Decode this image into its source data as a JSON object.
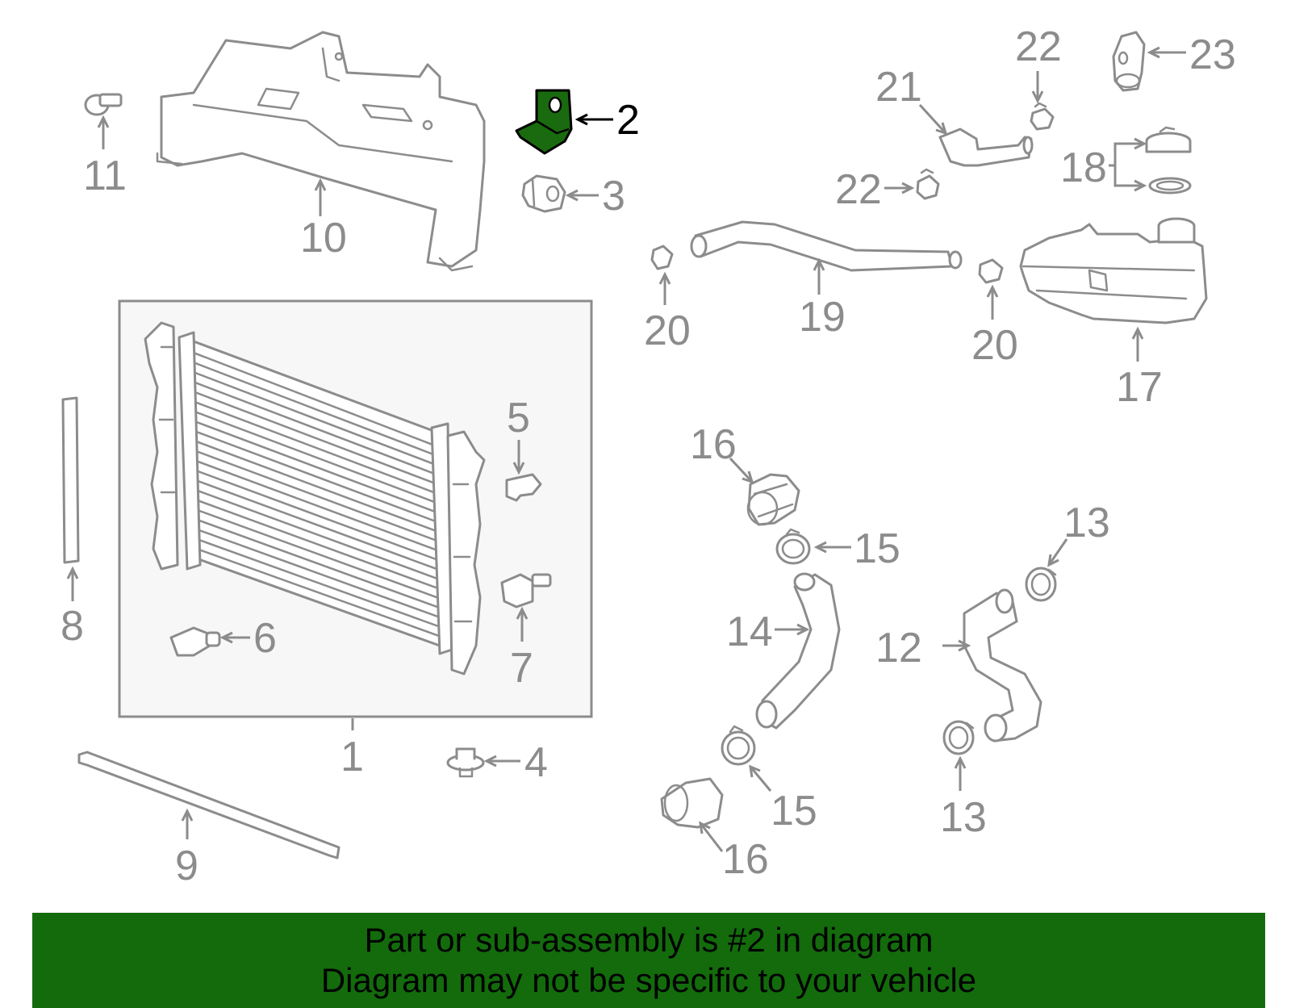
{
  "callouts": {
    "c1": "1",
    "c2": "2",
    "c3": "3",
    "c4": "4",
    "c5": "5",
    "c6": "6",
    "c7": "7",
    "c8": "8",
    "c9": "9",
    "c10": "10",
    "c11": "11",
    "c12": "12",
    "c13a": "13",
    "c13b": "13",
    "c14": "14",
    "c15a": "15",
    "c15b": "15",
    "c16a": "16",
    "c16b": "16",
    "c17": "17",
    "c18": "18",
    "c19": "19",
    "c20a": "20",
    "c20b": "20",
    "c21": "21",
    "c22a": "22",
    "c22b": "22",
    "c23": "23"
  },
  "highlight_part": "2",
  "colors": {
    "line": "#8c8c8c",
    "highlight": "#1a6b0f",
    "banner": "#136b0c",
    "panel": "#f7f7f7"
  },
  "banner": {
    "line1": "Part or sub-assembly is #2 in diagram",
    "line2": "Diagram may not be specific to your vehicle"
  }
}
